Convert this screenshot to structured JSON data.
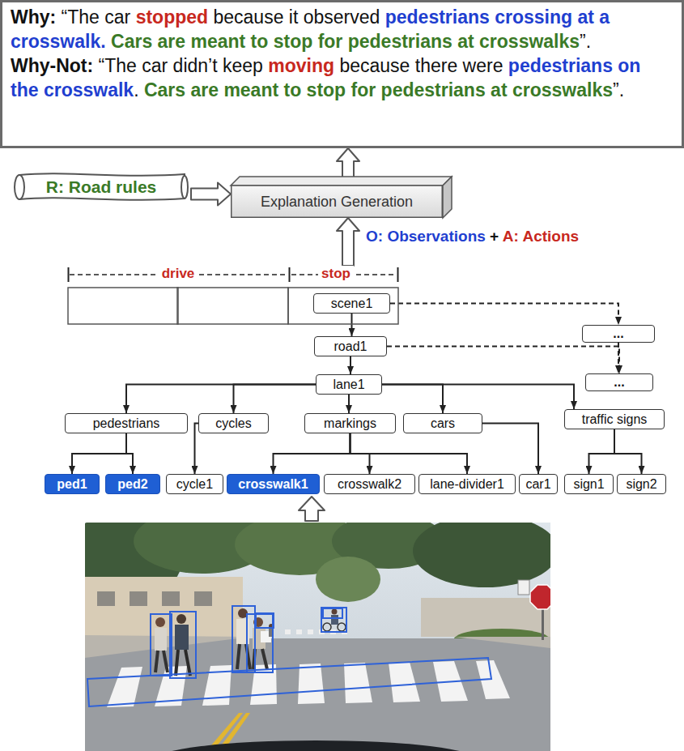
{
  "diagram": {
    "nodes": [
      {
        "text": [
          "Why:",
          "“The car",
          "stopped",
          "because it observed",
          "pedestrians crossing at a crosswalk.",
          "Cars are meant to stop for pedestrians at crosswalks",
          "”.",
          "Why-Not:",
          "“The car didn’t keep",
          "moving",
          "because there were",
          "pedestrians on the crosswalk",
          ".",
          "Cars are meant to stop for pedestrians at crosswalks",
          "”."
        ]
      },
      {
        "text": [
          "R: Road rules"
        ]
      },
      {
        "text": [
          "Explanation Generation"
        ]
      },
      {
        "text": [
          "drive",
          "stop"
        ]
      },
      {
        "text": [
          "scene1"
        ],
        "in": 3
      },
      {
        "text": [
          "..."
        ]
      },
      {
        "text": [
          "road1"
        ]
      },
      {
        "text": [
          "..."
        ]
      },
      {
        "text": [
          "lane1"
        ]
      },
      {
        "text": [
          "pedestrians"
        ]
      },
      {
        "text": [
          "cycles"
        ]
      },
      {
        "text": [
          "markings"
        ]
      },
      {
        "text": [
          "cars"
        ]
      },
      {
        "text": [
          "traffic signs"
        ]
      },
      {
        "text": [
          "ped1"
        ]
      },
      {
        "text": [
          "ped2"
        ]
      },
      {
        "text": [
          "cycle1"
        ]
      },
      {
        "text": [
          "crosswalk1"
        ]
      },
      {
        "text": [
          "crosswalk2"
        ]
      },
      {
        "text": [
          "lane-divider1"
        ]
      },
      {
        "text": [
          "car1"
        ]
      },
      {
        "text": [
          "sign1"
        ]
      },
      {
        "text": [
          "sign2"
        ]
      }
    ],
    "edges": [
      {
        "from": 1,
        "to": 2,
        "arrow": "to"
      },
      {
        "from": 2,
        "to": 0,
        "arrow": "to"
      },
      {
        "from": 3,
        "to": 2,
        "arrow": "to"
      },
      {
        "from": 4,
        "to": 6,
        "arrow": "to"
      },
      {
        "from": 6,
        "to": 8,
        "arrow": "to"
      },
      {
        "from": 8,
        "to": 9,
        "arrow": "to"
      },
      {
        "from": 8,
        "to": 10,
        "arrow": "to"
      },
      {
        "from": 8,
        "to": 11,
        "arrow": "to"
      },
      {
        "from": 8,
        "to": 12,
        "arrow": "to"
      },
      {
        "from": 8,
        "to": 13,
        "arrow": "to"
      },
      {
        "from": 9,
        "to": 14,
        "arrow": "to"
      },
      {
        "from": 9,
        "to": 15,
        "arrow": "to"
      },
      {
        "from": 10,
        "to": 16,
        "arrow": "to"
      },
      {
        "from": 11,
        "to": 17,
        "arrow": "to"
      },
      {
        "from": 11,
        "to": 18,
        "arrow": "to"
      },
      {
        "from": 11,
        "to": 19,
        "arrow": "to"
      },
      {
        "from": 12,
        "to": 20,
        "arrow": "to"
      },
      {
        "from": 13,
        "to": 21,
        "arrow": "to"
      },
      {
        "from": 13,
        "to": 22,
        "arrow": "to"
      },
      {
        "from": 4,
        "to": 5,
        "arrow": "to"
      },
      {
        "from": 5,
        "to": 7,
        "arrow": "to"
      },
      {
        "from": 6,
        "to": 7,
        "arrow": "to"
      }
    ],
    "labels": [
      "O: Observations",
      "+",
      "A: Actions"
    ]
  }
}
